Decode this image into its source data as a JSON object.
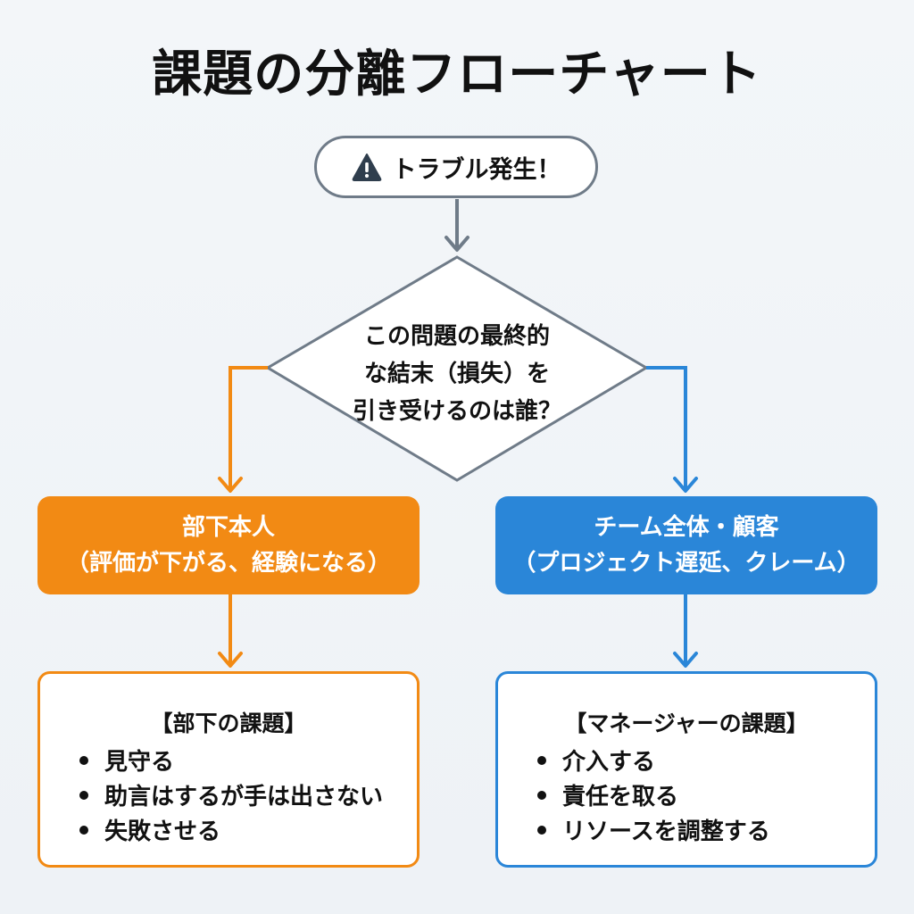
{
  "title": "課題の分離フローチャート",
  "start": {
    "icon": "warning-icon",
    "label": "トラブル発生！"
  },
  "decision": {
    "lines": [
      "この問題の最終的",
      "な結末（損失）を",
      "引き受けるのは誰？"
    ]
  },
  "outcomes": {
    "left": {
      "line1": "部下本人",
      "line2": "（評価が下がる、経験になる）"
    },
    "right": {
      "line1": "チーム全体・顧客",
      "line2": "（プロジェクト遅延、クレーム）"
    }
  },
  "tasks": {
    "left": {
      "title": "【部下の課題】",
      "items": [
        "見守る",
        "助言はするが手は出さない",
        "失敗させる"
      ]
    },
    "right": {
      "title": "【マネージャーの課題】",
      "items": [
        "介入する",
        "責任を取る",
        "リソースを調整する"
      ]
    }
  },
  "colors": {
    "orange": "#f28a14",
    "blue": "#2a86d8",
    "gray": "#6f7b88"
  }
}
